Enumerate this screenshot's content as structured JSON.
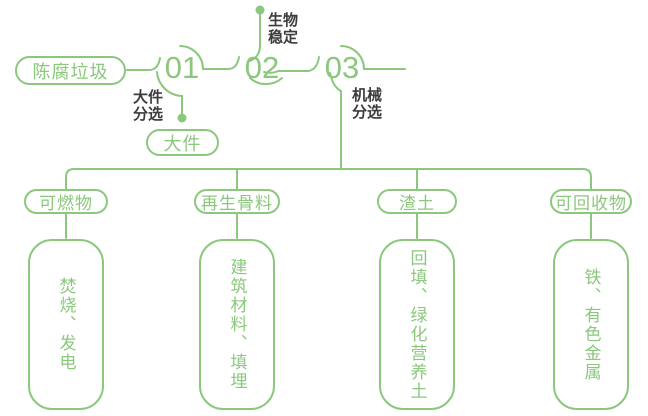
{
  "colors": {
    "green": "#8bc87d",
    "text_dark": "#3c3c3c"
  },
  "source": {
    "label": "陈腐垃圾"
  },
  "steps": [
    {
      "number": "01",
      "note": "大件\n分选"
    },
    {
      "number": "02",
      "note": "生物\n稳定"
    },
    {
      "number": "03",
      "note": "机械\n分选"
    }
  ],
  "bulky": {
    "label": "大件"
  },
  "branches": [
    {
      "category": "可燃物",
      "result": "焚烧、发电"
    },
    {
      "category": "再生骨料",
      "result": "建筑材料、填埋"
    },
    {
      "category": "渣土",
      "result": "回填、绿化营养土"
    },
    {
      "category": "可回收物",
      "result": "铁、有色金属"
    }
  ]
}
